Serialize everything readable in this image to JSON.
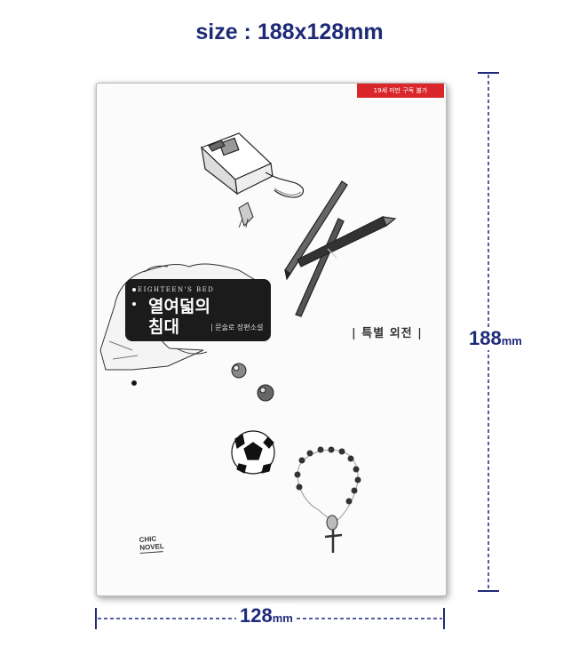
{
  "header": {
    "size_label": "size : 188x128mm"
  },
  "book": {
    "age_badge": "19세 미만 구독 불가",
    "title_en": "EIGHTEEN'S BED",
    "title_ko_line1": "열여덟의",
    "title_ko_line2": "침대",
    "author": "| 문술로 장편소설",
    "edition": "| 특별 외전 |",
    "publisher_line1": "CHIC",
    "publisher_line2": "NOVEL"
  },
  "dimensions": {
    "height_value": "188",
    "height_unit": "mm",
    "width_value": "128",
    "width_unit": "mm"
  },
  "colors": {
    "accent": "#1e2a78",
    "badge": "#d8262b"
  }
}
